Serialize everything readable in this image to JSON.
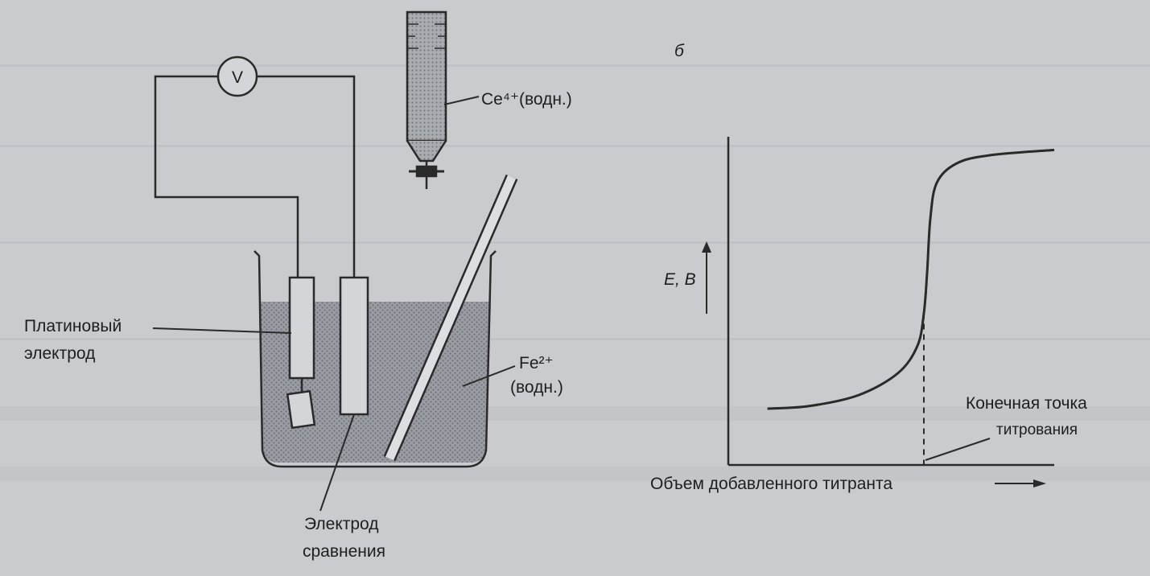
{
  "figure": {
    "panel_label": "б",
    "apparatus": {
      "voltmeter_symbol": "V",
      "titrant_label": "Ce⁴⁺(водн.)",
      "platinum_electrode_label": [
        "Платиновый",
        "электрод"
      ],
      "solution_label": [
        "Fe²⁺",
        "(водн.)"
      ],
      "reference_electrode_label": [
        "Электрод",
        "сравнения"
      ]
    },
    "graph": {
      "y_axis_label": "E, В",
      "x_axis_label": "Объем добавленного титранта",
      "endpoint_label": [
        "Конечная точка",
        "титрования"
      ]
    }
  },
  "colors": {
    "paper": "#c9cbcf",
    "ink": "#2a2a2a",
    "solution_fill": "#8d9096"
  },
  "chart_data": {
    "type": "line",
    "xlabel": "Объем добавленного титранта",
    "ylabel": "E, В",
    "series": [
      {
        "x": [
          0.12,
          0.25,
          0.4,
          0.52,
          0.58,
          0.6,
          0.61,
          0.62,
          0.64,
          0.7,
          0.8,
          1.0
        ],
        "y": [
          0.05,
          0.06,
          0.1,
          0.18,
          0.28,
          0.4,
          0.55,
          0.75,
          0.88,
          0.95,
          0.98,
          1.0
        ]
      }
    ],
    "endpoint_x": 0.6
  }
}
